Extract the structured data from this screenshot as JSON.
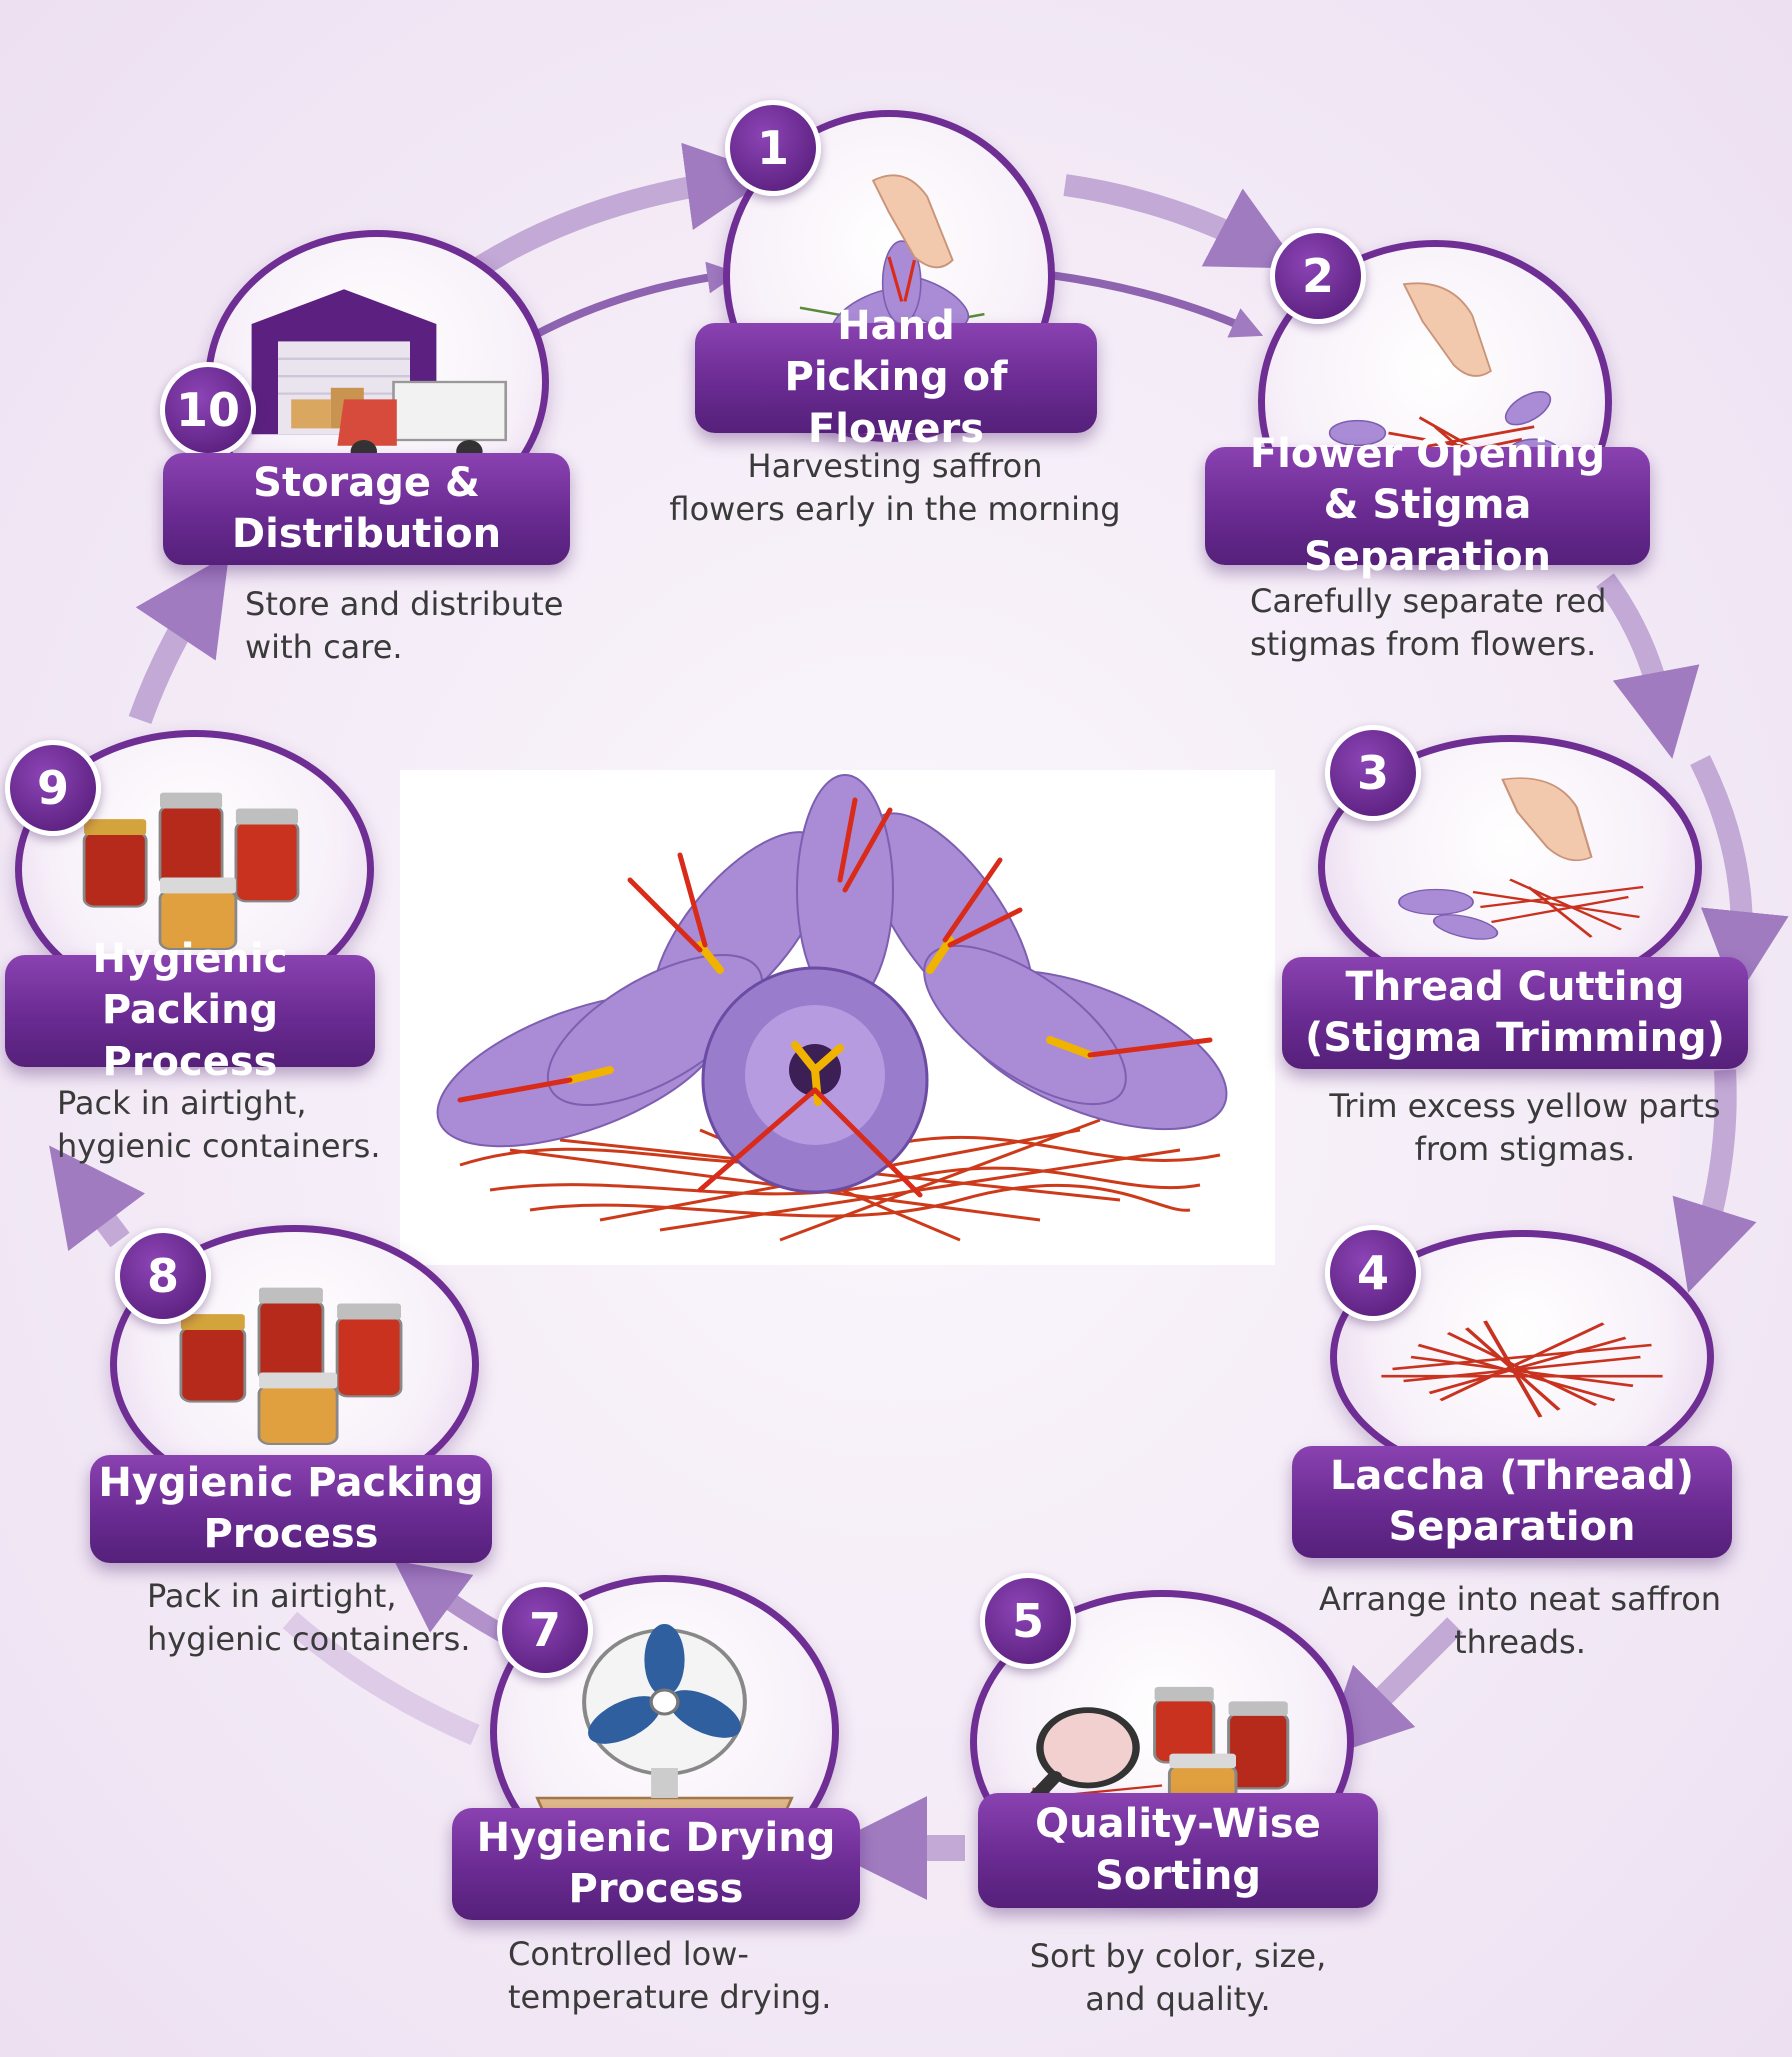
{
  "steps": [
    {
      "number": "1",
      "title_line1": "Hand",
      "title_line2": "Picking of Flowers",
      "desc_line1": "Harvesting saffron",
      "desc_line2": "flowers early in the morning",
      "icon": "hand-picking-flower-icon"
    },
    {
      "number": "2",
      "title_line1": "Flower Opening",
      "title_line2": "& Stigma Separation",
      "desc_line1": "Carefully separate red",
      "desc_line2": "stigmas from flowers.",
      "icon": "stigma-separation-icon"
    },
    {
      "number": "3",
      "title_line1": "Thread Cutting",
      "title_line2": "(Stigma Trimming)",
      "desc_line1": "Trim excess yellow parts",
      "desc_line2": "from stigmas.",
      "icon": "thread-cutting-icon"
    },
    {
      "number": "4",
      "title_line1": "Laccha (Thread)",
      "title_line2": "Separation",
      "desc_line1": "Arrange into neat saffron",
      "desc_line2": "threads.",
      "icon": "saffron-threads-icon"
    },
    {
      "number": "5",
      "title_line1": "Quality-Wise",
      "title_line2": "Sorting",
      "desc_line1": "Sort by color, size,",
      "desc_line2": "and quality.",
      "icon": "magnifier-jars-icon"
    },
    {
      "number": "7",
      "title_line1": "Hygienic Drying",
      "title_line2": "Process",
      "desc_line1": "Controlled low-",
      "desc_line2": "temperature drying.",
      "icon": "drying-fan-icon"
    },
    {
      "number": "8",
      "title_line1": "Hygienic Packing",
      "title_line2": "Process",
      "desc_line1": "Pack in airtight,",
      "desc_line2": "hygienic containers.",
      "icon": "saffron-jars-icon"
    },
    {
      "number": "9",
      "title_line1": "Hygienic Packing",
      "title_line2": "Process",
      "desc_line1": "Pack in airtight,",
      "desc_line2": "hygienic containers.",
      "icon": "saffron-jars-icon"
    },
    {
      "number": "10",
      "title_line1": "Storage &",
      "title_line2": "Distribution",
      "desc_line1": "Store and distribute",
      "desc_line2": "with care.",
      "icon": "warehouse-truck-icon"
    }
  ],
  "colors": {
    "primary_purple": "#6a2b92",
    "banner_dark": "#55207a",
    "saffron_red": "#c8321e",
    "petal_lavender": "#a98bd6",
    "arrow": "#a07bc0"
  },
  "center_image": "saffron-crocus-flowers-illustration"
}
